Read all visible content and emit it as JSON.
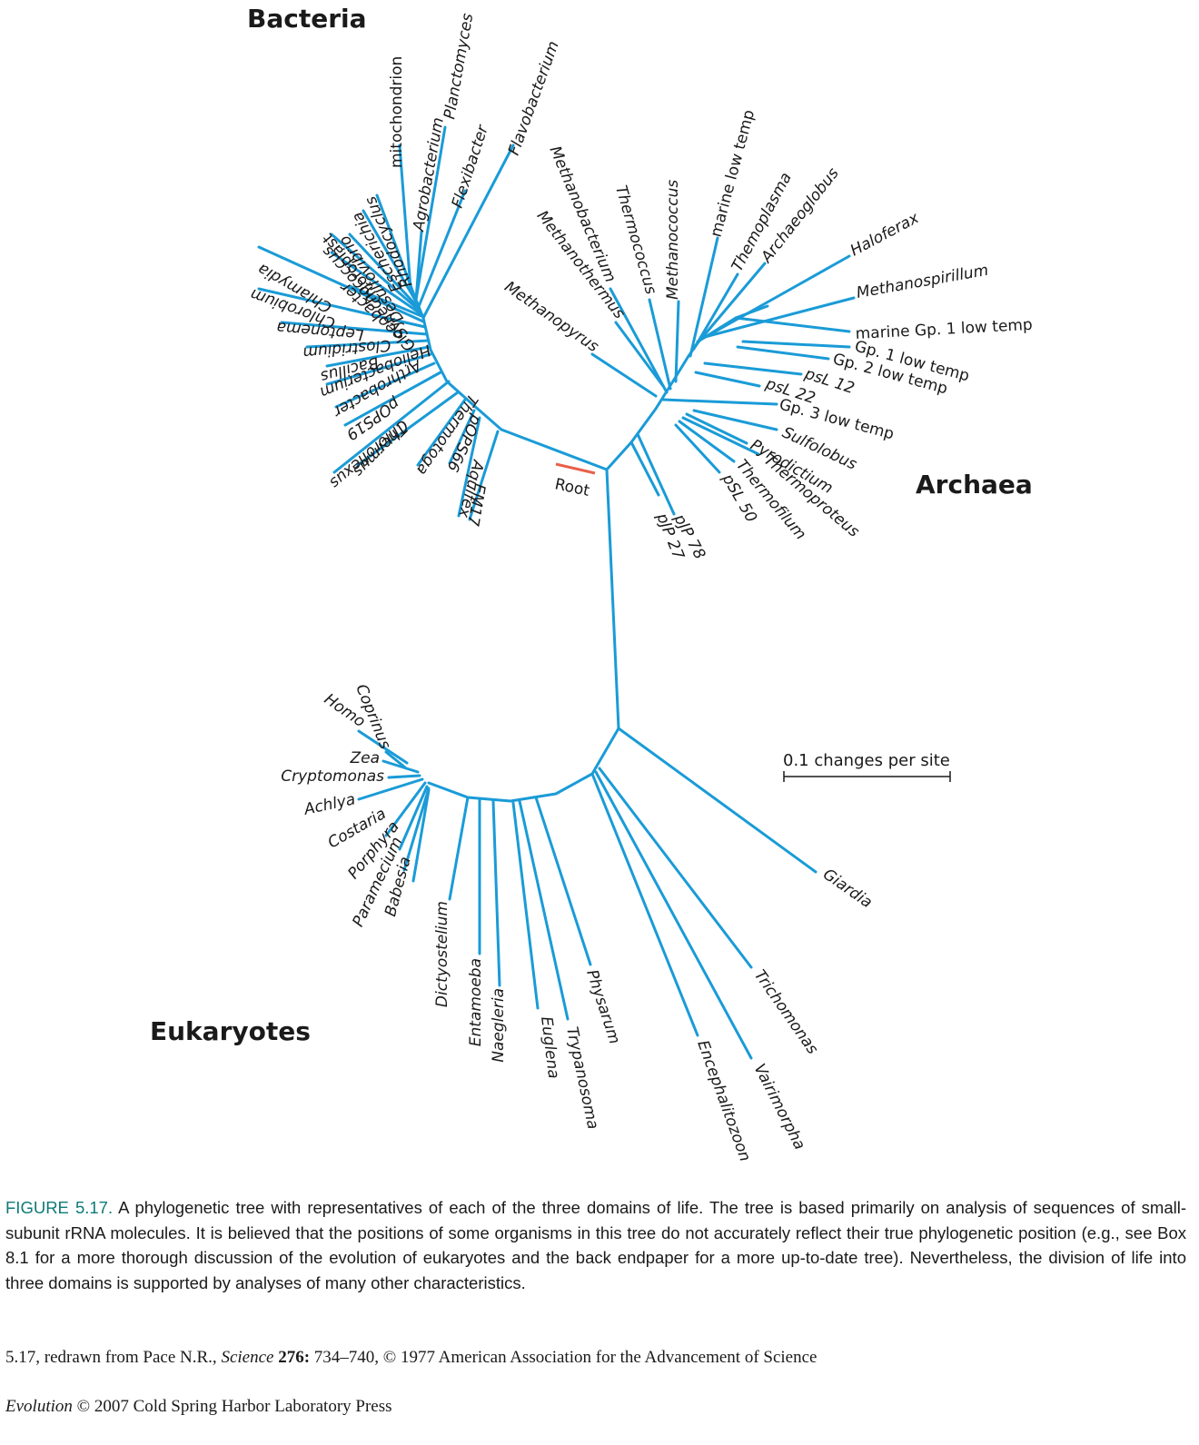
{
  "domains": {
    "bacteria": "Bacteria",
    "archaea": "Archaea",
    "eukaryotes": "Eukaryotes"
  },
  "root_label": "Root",
  "scale_label": "0.1 changes per site",
  "colors": {
    "branch": "#1a9bd7",
    "root": "#e8604c",
    "text": "#1a1a1a",
    "figure_label": "#0f7a77"
  },
  "taxa": {
    "bacteria": [
      "mitochondrion",
      "Planctomyces",
      "Flavobacterium",
      "Flexibacter",
      "Agrobacterium",
      "Rhodocyclus",
      "Escherichia",
      "Desulfovibrio",
      "chloroplast",
      "Synechococcus",
      "Gloeobacter",
      "Chlamydia",
      "Chlorobium",
      "Leptonema",
      "Clostridium",
      "Bacillus",
      "Heliobacterium",
      "Arthrobacter",
      "pOPS19",
      "Chloroflexus",
      "Thermus",
      "Thermotoga",
      "pOPS66",
      "Aquifex",
      "EM17"
    ],
    "archaea": [
      "Methanobacterium",
      "Thermococcus",
      "Methanothermus",
      "Methanopyrus",
      "Methanococcus",
      "marine low temp",
      "Themoplasma",
      "Archaeoglobus",
      "Haloferax",
      "Methanospirillum",
      "marine Gp. 1 low temp",
      "Gp. 1 low temp",
      "Gp. 2 low temp",
      "psL 12",
      "psL 22",
      "Gp. 3 low temp",
      "Sulfolobus",
      "Pyrodictium",
      "Thermoproteus",
      "Thermofilum",
      "pSL 50",
      "pJP 78",
      "pJP 27"
    ],
    "eukaryotes": [
      "Coprinus",
      "Homo",
      "Zea",
      "Cryptomonas",
      "Achlya",
      "Costaria",
      "Porphyra",
      "Paramecium",
      "Babesia",
      "Dictyostelium",
      "Entamoeba",
      "Naegleria",
      "Euglena",
      "Trypanosoma",
      "Physarum",
      "Encephalitozoon",
      "Vairimorpha",
      "Trichomonas",
      "Giardia"
    ]
  },
  "caption": {
    "label": "FIGURE 5.17.",
    "text": "A phylogenetic tree with representatives of each of the three domains of life. The tree is based primarily on analysis of sequences of small-subunit rRNA molecules. It is believed that the positions of some organisms in this tree do not accurately reflect their true phylogenetic position (e.g., see Box 8.1 for a more thorough discussion of the evolution of eukaryotes and the back endpaper for a more up-to-date tree). Nevertheless, the division of life into three domains is supported by analyses of many other characteristics."
  },
  "credit": {
    "prefix": "5.17, redrawn from Pace N.R., ",
    "journal": "Science",
    "volume": "276:",
    "suffix": " 734–740, © 1977 American Association for the Advancement of Science"
  },
  "publisher": {
    "book": "Evolution",
    "suffix": " © 2007 Cold Spring Harbor Laboratory Press"
  }
}
